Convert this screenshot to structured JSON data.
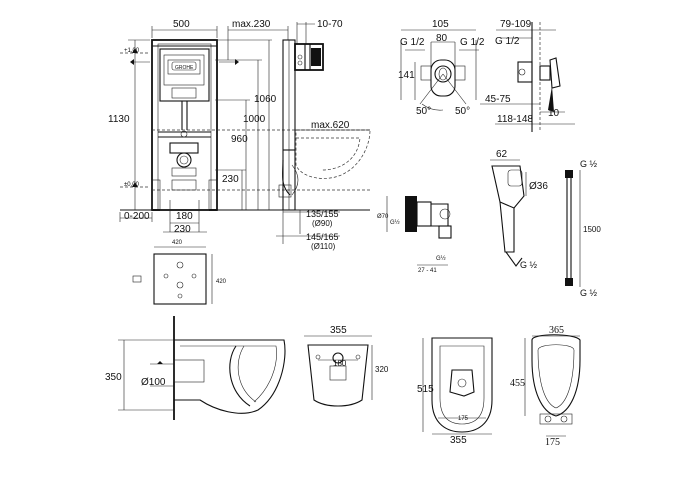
{
  "frame": {
    "width": "500",
    "max_depth": "max.230",
    "plate_range": "10-70",
    "height_total": "1130",
    "h_1060": "1060",
    "h_1000": "1000",
    "h_960": "960",
    "h_230": "230",
    "max_620": "max.620",
    "level_plus": "+1,00",
    "level_zero": "±0,00",
    "offset": "0-200",
    "w_180": "180",
    "w_230": "230",
    "pipe_a": "135/155",
    "pipe_a_d": "(Ø90)",
    "pipe_b": "145/165",
    "pipe_b_d": "(Ø110)"
  },
  "mixer": {
    "d105": "105",
    "d80": "80",
    "g_left": "G 1/2",
    "g_right": "G 1/2",
    "h141": "141",
    "a50l": "50°",
    "a50r": "50°",
    "d79_109": "79-109",
    "d45_75": "45-75",
    "d10": "10",
    "d118_148": "118-148"
  },
  "bidet": {
    "d62": "62",
    "d36": "Ø36",
    "d70": "Ø70",
    "g_left": "G½",
    "g_bottom": "G½",
    "d27_41": "27 - 41",
    "g_right": "G ½",
    "hose_top": "G ½",
    "hose_len": "1500",
    "hose_bottom": "G ½"
  },
  "plate": {
    "w420": "420",
    "h420": "420"
  },
  "toilet": {
    "h350": "350",
    "d100": "Ø100",
    "w355": "355",
    "d180": "180",
    "h320": "320",
    "d515": "515",
    "d175": "175",
    "w355b": "355"
  },
  "seat": {
    "w365": "365",
    "h455": "455",
    "d175": "175"
  }
}
